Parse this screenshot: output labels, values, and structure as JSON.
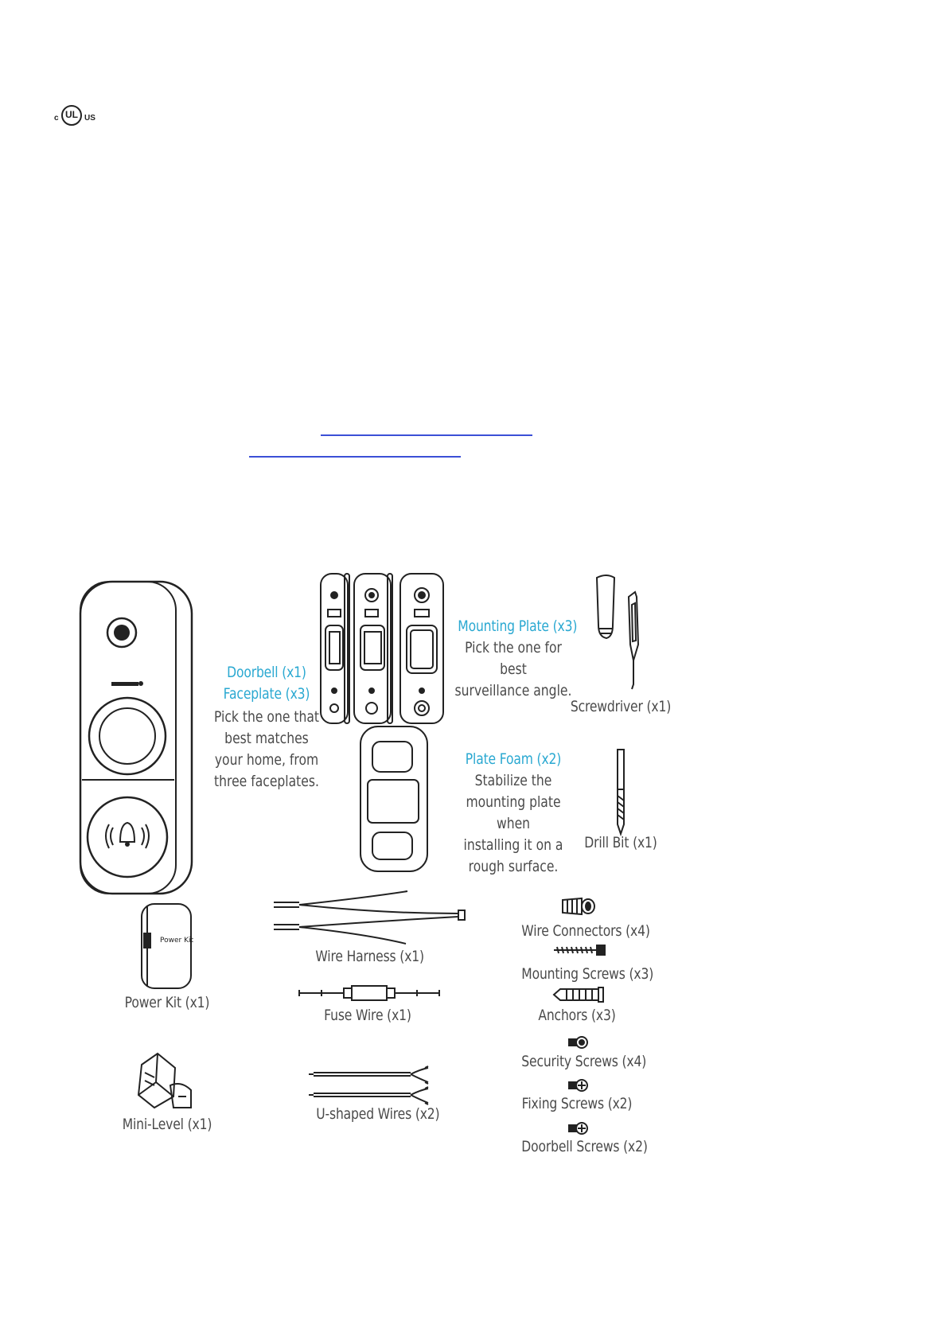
{
  "cert_mark": {
    "left": "c",
    "center": "UL",
    "right": "US"
  },
  "items": {
    "doorbell": {
      "title": "Doorbell (x1)",
      "subtitle": "Faceplate (x3)",
      "desc": [
        "Pick the one that",
        "best matches",
        "your home, from",
        "three faceplates."
      ]
    },
    "mounting_plate": {
      "title": "Mounting Plate (x3)",
      "desc": [
        "Pick the one for best",
        "surveillance angle."
      ]
    },
    "plate_foam": {
      "title": "Plate Foam (x2)",
      "desc": [
        "Stabilize the",
        "mounting plate when",
        "installing it on a",
        "rough surface."
      ]
    },
    "screwdriver": "Screwdriver (x1)",
    "drill_bit": "Drill Bit (x1)",
    "power_kit": "Power Kit (x1)",
    "power_kit_box_label": "Power Kit",
    "wire_harness": "Wire Harness (x1)",
    "fuse_wire": "Fuse Wire (x1)",
    "u_wires": "U-shaped Wires (x2)",
    "mini_level": "Mini-Level (x1)",
    "wire_connectors": "Wire Connectors (x4)",
    "mounting_screws": "Mounting Screws (x3)",
    "anchors": "Anchors (x3)",
    "security_screws": "Security Screws (x4)",
    "fixing_screws": "Fixing Screws (x2)",
    "doorbell_screws": "Doorbell Screws (x2)"
  },
  "colors": {
    "accent": "#29a8d1",
    "link": "#3b4fd6",
    "line": "#333333"
  }
}
